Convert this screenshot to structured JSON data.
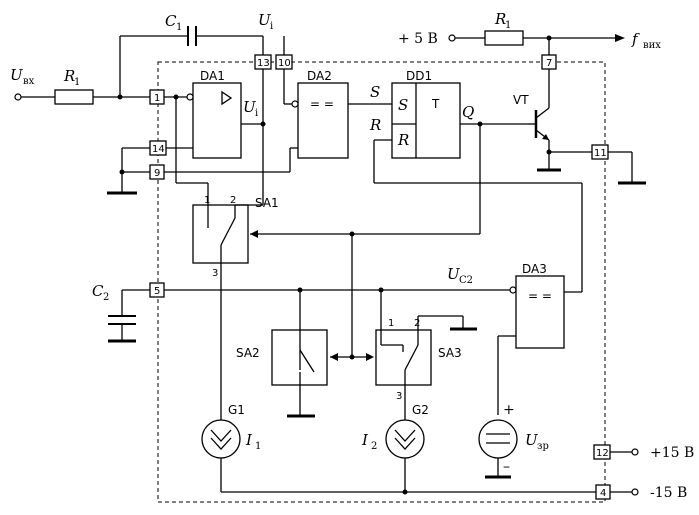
{
  "labels": {
    "c1": "C",
    "c1_sub": "1",
    "ui_top": "U",
    "ui_top_sub": "i",
    "plus5": "+ 5 В",
    "r1_top": "R",
    "r1_top_sub": "1",
    "f_out": "f",
    "f_out_sub": "вих",
    "uin": "U",
    "uin_sub": "вх",
    "r1_in": "R",
    "r1_in_sub": "1",
    "da1": "DA1",
    "da1_out": "U",
    "da1_out_sub": "i",
    "da2": "DA2",
    "da2_sign": "= =",
    "s_wire": "S",
    "r_wire": "R",
    "dd1": "DD1",
    "dd1_s": "S",
    "dd1_r": "R",
    "dd1_t": "T",
    "q": "Q",
    "vt": "VT",
    "sa1": "SA1",
    "sa1_pin1": "1",
    "sa1_pin2": "2",
    "sa1_pin3": "3",
    "uc2": "U",
    "uc2_sub": "C2",
    "da3": "DA3",
    "da3_sign": "= =",
    "c2": "C",
    "c2_sub": "2",
    "sa2": "SA2",
    "sa3": "SA3",
    "sa3_pin1": "1",
    "sa3_pin2": "2",
    "sa3_pin3": "3",
    "g1": "G1",
    "i1": "I",
    "i1_sub": "1",
    "g2": "G2",
    "i2": "I",
    "i2_sub": "2",
    "uzr": "U",
    "uzr_sub": "зр",
    "plus_sign": "+",
    "minus_sign": "–",
    "plus15": "+15 В",
    "minus15": "-15 В"
  },
  "pins": [
    "1",
    "13",
    "10",
    "14",
    "9",
    "5",
    "7",
    "11",
    "12",
    "4"
  ]
}
